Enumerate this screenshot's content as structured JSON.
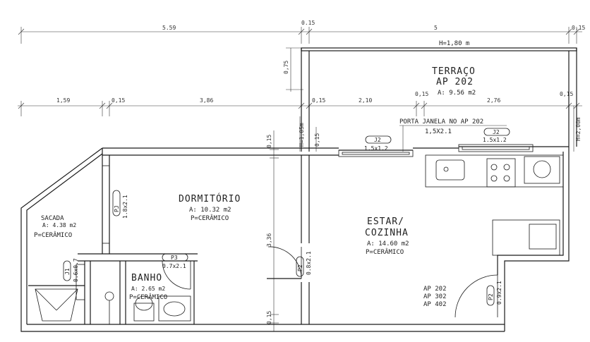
{
  "dimensions": {
    "top_row": [
      "5.59",
      "0.15",
      "5",
      "0.15"
    ],
    "second_row": [
      "1,59",
      "0,15",
      "3,86",
      "0,15",
      "2,10",
      "0,15",
      "2,76",
      "0,15"
    ],
    "vertical": [
      "0,75",
      "0,15",
      "H=1,05m",
      "0,15",
      "3,36",
      "0,15"
    ],
    "terrace_height": "H=1,80 m",
    "right_height": "H=2,00m"
  },
  "rooms": {
    "terraco": {
      "name_line1": "TERRAÇO",
      "name_line2": "AP 202",
      "area": "A: 9.56 m2"
    },
    "dormitorio": {
      "name": "DORMITÓRIO",
      "area": "A: 10.32 m2",
      "floor": "P=CERÂMICO"
    },
    "sacada": {
      "name": "SACADA",
      "area": "A: 4.38 m2",
      "floor": "P=CERÂMICO"
    },
    "banho": {
      "name": "BANHO",
      "area": "A: 2.65 m2",
      "floor": "P=CERÂMICO"
    },
    "estar": {
      "name_line1": "ESTAR/",
      "name_line2": "COZINHA",
      "area": "A: 14.60 m2",
      "floor": "P=CERÂMICO"
    }
  },
  "openings": {
    "j2_left": {
      "code": "J2",
      "size": "1.5x1.2"
    },
    "j2_right": {
      "code": "J2",
      "size": "1.5x1.2"
    },
    "porta_janela_label": "PORTA JANELA NO AP 202",
    "porta_janela_size": "1,5X2.1",
    "pj": {
      "code": "PJ",
      "size": "1.8x2.1"
    },
    "j1": {
      "code": "J1",
      "size": "0.6x0.7"
    },
    "p3": {
      "code": "P3",
      "size": "0.7x2.1"
    },
    "p2_a": {
      "code": "P2",
      "size": "0.8x2.1"
    },
    "p2_b": {
      "code": "P2",
      "size": "0.9x2.1"
    }
  },
  "apartments": [
    "AP 202",
    "AP 302",
    "AP 402"
  ]
}
